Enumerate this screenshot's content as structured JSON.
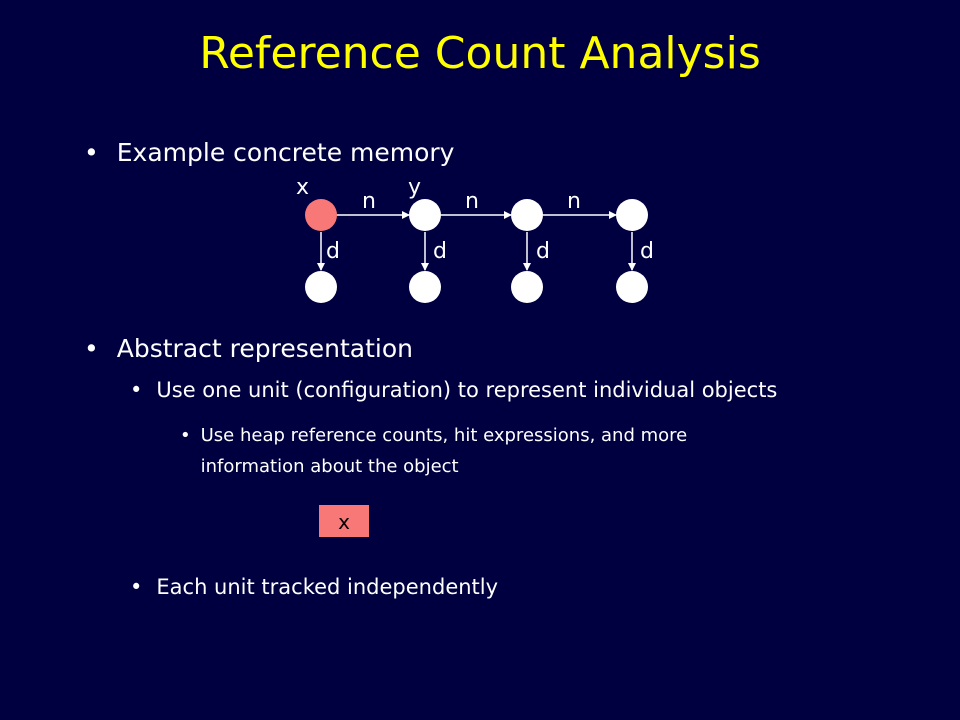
{
  "title": "Reference Count Analysis",
  "bullets": {
    "concrete": "Example concrete memory",
    "abstract": "Abstract representation",
    "unit": "Use one unit (configuration) to represent individual objects",
    "heap": "Use heap reference counts, hit expressions, and more information about the object",
    "tracked": "Each unit tracked independently",
    "marker": "•"
  },
  "diagram": {
    "var_labels": [
      "x",
      "y"
    ],
    "next_label": "n",
    "data_label": "d",
    "highlight_color": "#f87878",
    "node_color": "#ffffff"
  },
  "unit_box": {
    "label": "x"
  }
}
